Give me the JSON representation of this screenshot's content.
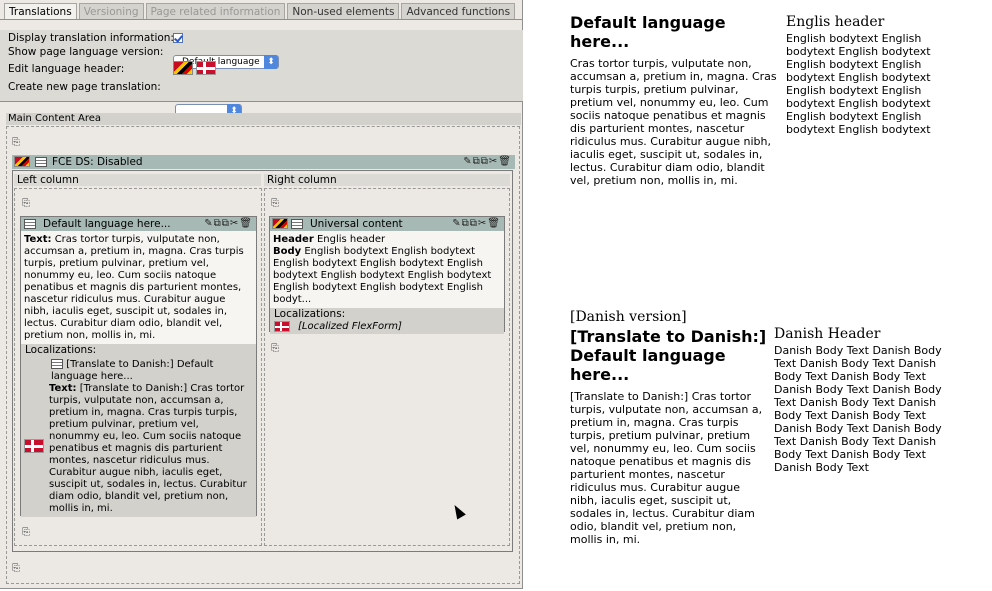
{
  "tabs": [
    {
      "label": "Translations",
      "state": "active"
    },
    {
      "label": "Versioning",
      "state": "disabled"
    },
    {
      "label": "Page related information",
      "state": "disabled"
    },
    {
      "label": "Non-used elements",
      "state": "normal"
    },
    {
      "label": "Advanced functions",
      "state": "normal"
    }
  ],
  "form": {
    "display_translation_label": "Display translation information:",
    "display_translation_checked": true,
    "show_language_label": "Show page language version:",
    "show_language_value": "Default language",
    "edit_header_label": "Edit language header:",
    "create_translation_label": "Create new page translation:",
    "create_translation_value": ""
  },
  "main_content_area_label": "Main Content Area",
  "fce": {
    "title": "FCE DS: Disabled",
    "left_column_label": "Left column",
    "right_column_label": "Right column"
  },
  "left_ce": {
    "title": "Default language here...",
    "text_label": "Text:",
    "text": "Cras tortor turpis, vulputate non, accumsan a, pretium in, magna. Cras turpis turpis, pretium pulvinar, pretium vel, nonummy eu, leo. Cum sociis natoque penatibus et magnis dis parturient montes, nascetur ridiculus mus. Curabitur augue nibh, iaculis eget, suscipit ut, sodales in, lectus. Curabitur diam odio, blandit vel, pretium non, mollis in, mi.",
    "localizations_label": "Localizations:",
    "loc_title": "[Translate to Danish:] Default language here...",
    "loc_text_label": "Text:",
    "loc_text": "[Translate to Danish:] Cras tortor turpis, vulputate non, accumsan a, pretium in, magna. Cras turpis turpis, pretium pulvinar, pretium vel, nonummy eu, leo. Cum sociis natoque penatibus et magnis dis parturient montes, nascetur ridiculus mus. Curabitur augue nibh, iaculis eget, suscipit ut, sodales in, lectus. Curabitur diam odio, blandit vel, pretium non, mollis in, mi."
  },
  "right_ce": {
    "title": "Universal content",
    "header_label": "Header",
    "header_value": "Englis header",
    "body_label": "Body",
    "body_value": "English bodytext English bodytext English bodytext English bodytext English bodytext English bodytext English bodytext English bodytext English bodytext English bodyt...",
    "localizations_label": "Localizations:",
    "loc_item": "[Localized FlexForm]"
  },
  "preview": {
    "default": {
      "heading": "Default language here...",
      "paragraph": "Cras tortor turpis, vulputate non, accumsan a, pretium in, magna. Cras turpis turpis, pretium pulvinar, pretium vel, nonummy eu, leo. Cum sociis natoque penatibus et magnis dis parturient montes, nascetur ridiculus mus. Curabitur augue nibh, iaculis eget, suscipit ut, sodales in, lectus. Curabitur diam odio, blandit vel, pretium non, mollis in, mi.",
      "side_header": "Englis header",
      "side_body": "English bodytext English bodytext English bodytext English bodytext English bodytext English bodytext English bodytext English bodytext English bodytext English bodytext English bodytext English bodytext"
    },
    "danish": {
      "version_tag": "[Danish version]",
      "heading": "[Translate to Danish:] Default language here...",
      "paragraph": "[Translate to Danish:] Cras tortor turpis, vulputate non, accumsan a, pretium in, magna. Cras turpis turpis, pretium pulvinar, pretium vel, nonummy eu, leo. Cum sociis natoque penatibus et magnis dis parturient montes, nascetur ridiculus mus. Curabitur augue nibh, iaculis eget, suscipit ut, sodales in, lectus. Curabitur diam odio, blandit vel, pretium non, mollis in, mi.",
      "side_header": "Danish Header",
      "side_body": "Danish Body Text Danish Body Text Danish Body Text Danish Body Text Danish Body Text Danish Body Text Danish Body Text Danish Body Text Danish Body Text Danish Body Text Danish Body Text Danish Body Text Danish Body Text Danish Body Text Danish Body Text Danish Body Text"
    }
  },
  "icons": {
    "new_content": "new-content-icon",
    "edit": "pencil-icon",
    "copy": "copy-icon",
    "cut": "scissors-icon",
    "delete": "trash-icon"
  }
}
